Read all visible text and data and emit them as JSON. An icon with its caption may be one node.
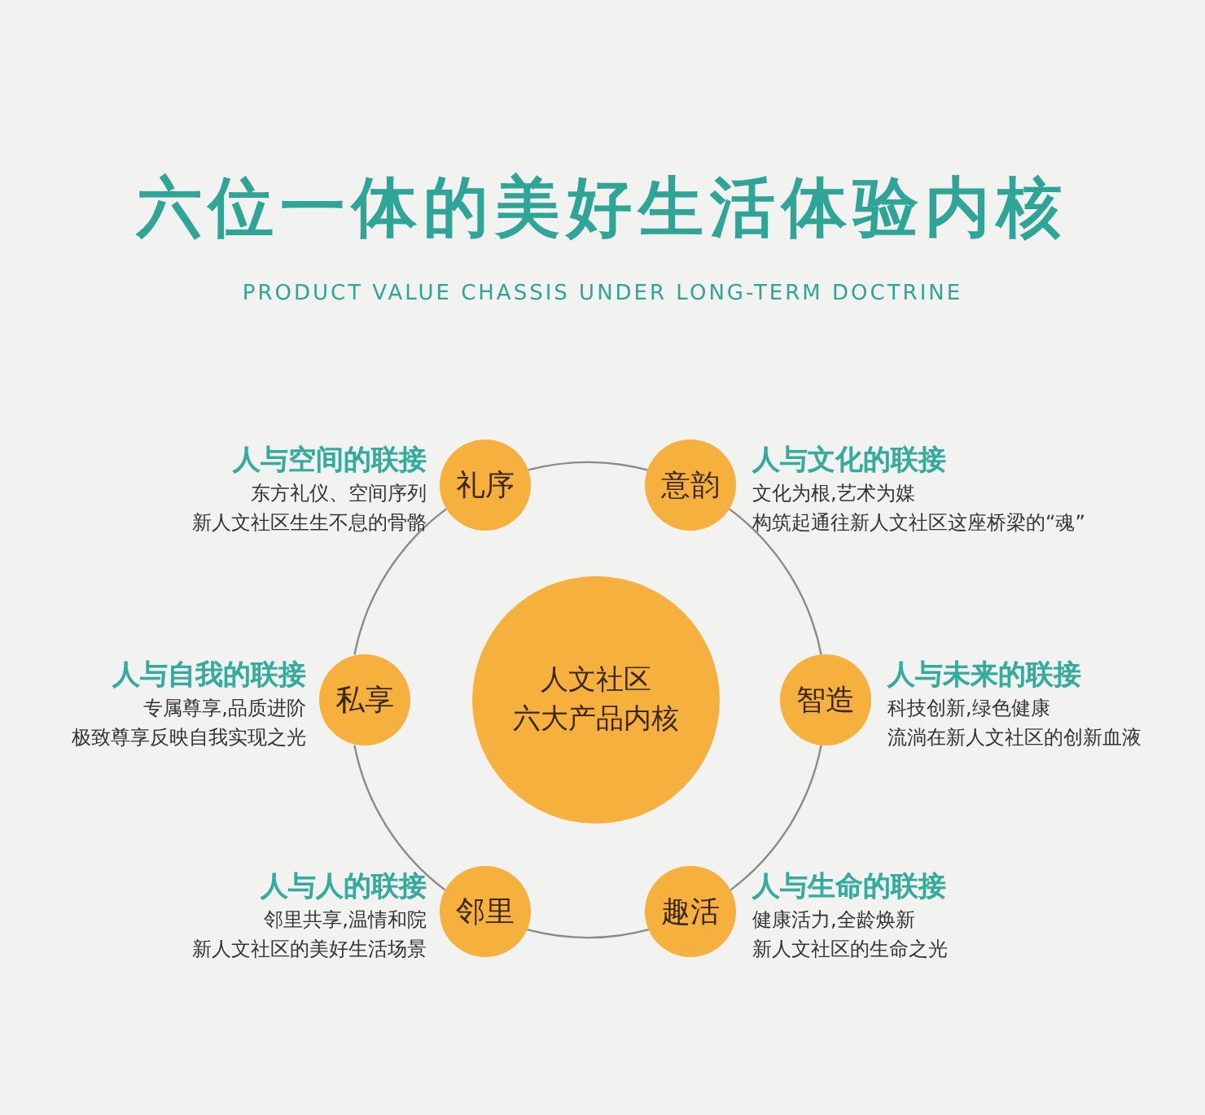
{
  "diagram": {
    "title": "六位一体的美好生活体验内核",
    "caption": "PRODUCT VALUE CHASSIS UNDER LONG-TERM DOCTRINE",
    "nodes": [
      {
        "text": [
          "礼序"
        ],
        "beside": [
          "人与空间的联接",
          "东方礼仪、空间序列",
          "新人文社区生生不息的骨骼"
        ]
      },
      {
        "text": [
          "意韵"
        ],
        "beside": [
          "人与文化的联接",
          "文化为根,艺术为媒",
          "构筑起通往新人文社区这座桥梁的“魂”"
        ]
      },
      {
        "text": [
          "私享"
        ],
        "beside": [
          "人与自我的联接",
          "专属尊享,品质进阶",
          "极致尊享反映自我实现之光"
        ]
      },
      {
        "text": [
          "人文社区",
          "六大产品内核"
        ]
      },
      {
        "text": [
          "智造"
        ],
        "beside": [
          "人与未来的联接",
          "科技创新,绿色健康",
          "流淌在新人文社区的创新血液"
        ]
      },
      {
        "text": [
          "邻里"
        ],
        "beside": [
          "人与人的联接",
          "邻里共享,温情和院",
          "新人文社区的美好生活场景"
        ]
      },
      {
        "text": [
          "趣活"
        ],
        "beside": [
          "人与生命的联接",
          "健康活力,全龄焕新",
          "新人文社区的生命之光"
        ]
      }
    ],
    "edges": [
      {
        "from": 0,
        "to": 1,
        "arrow": "none"
      },
      {
        "from": 1,
        "to": 4,
        "arrow": "none"
      },
      {
        "from": 4,
        "to": 6,
        "arrow": "none"
      },
      {
        "from": 6,
        "to": 5,
        "arrow": "none"
      },
      {
        "from": 5,
        "to": 2,
        "arrow": "none"
      },
      {
        "from": 2,
        "to": 0,
        "arrow": "none"
      }
    ]
  }
}
